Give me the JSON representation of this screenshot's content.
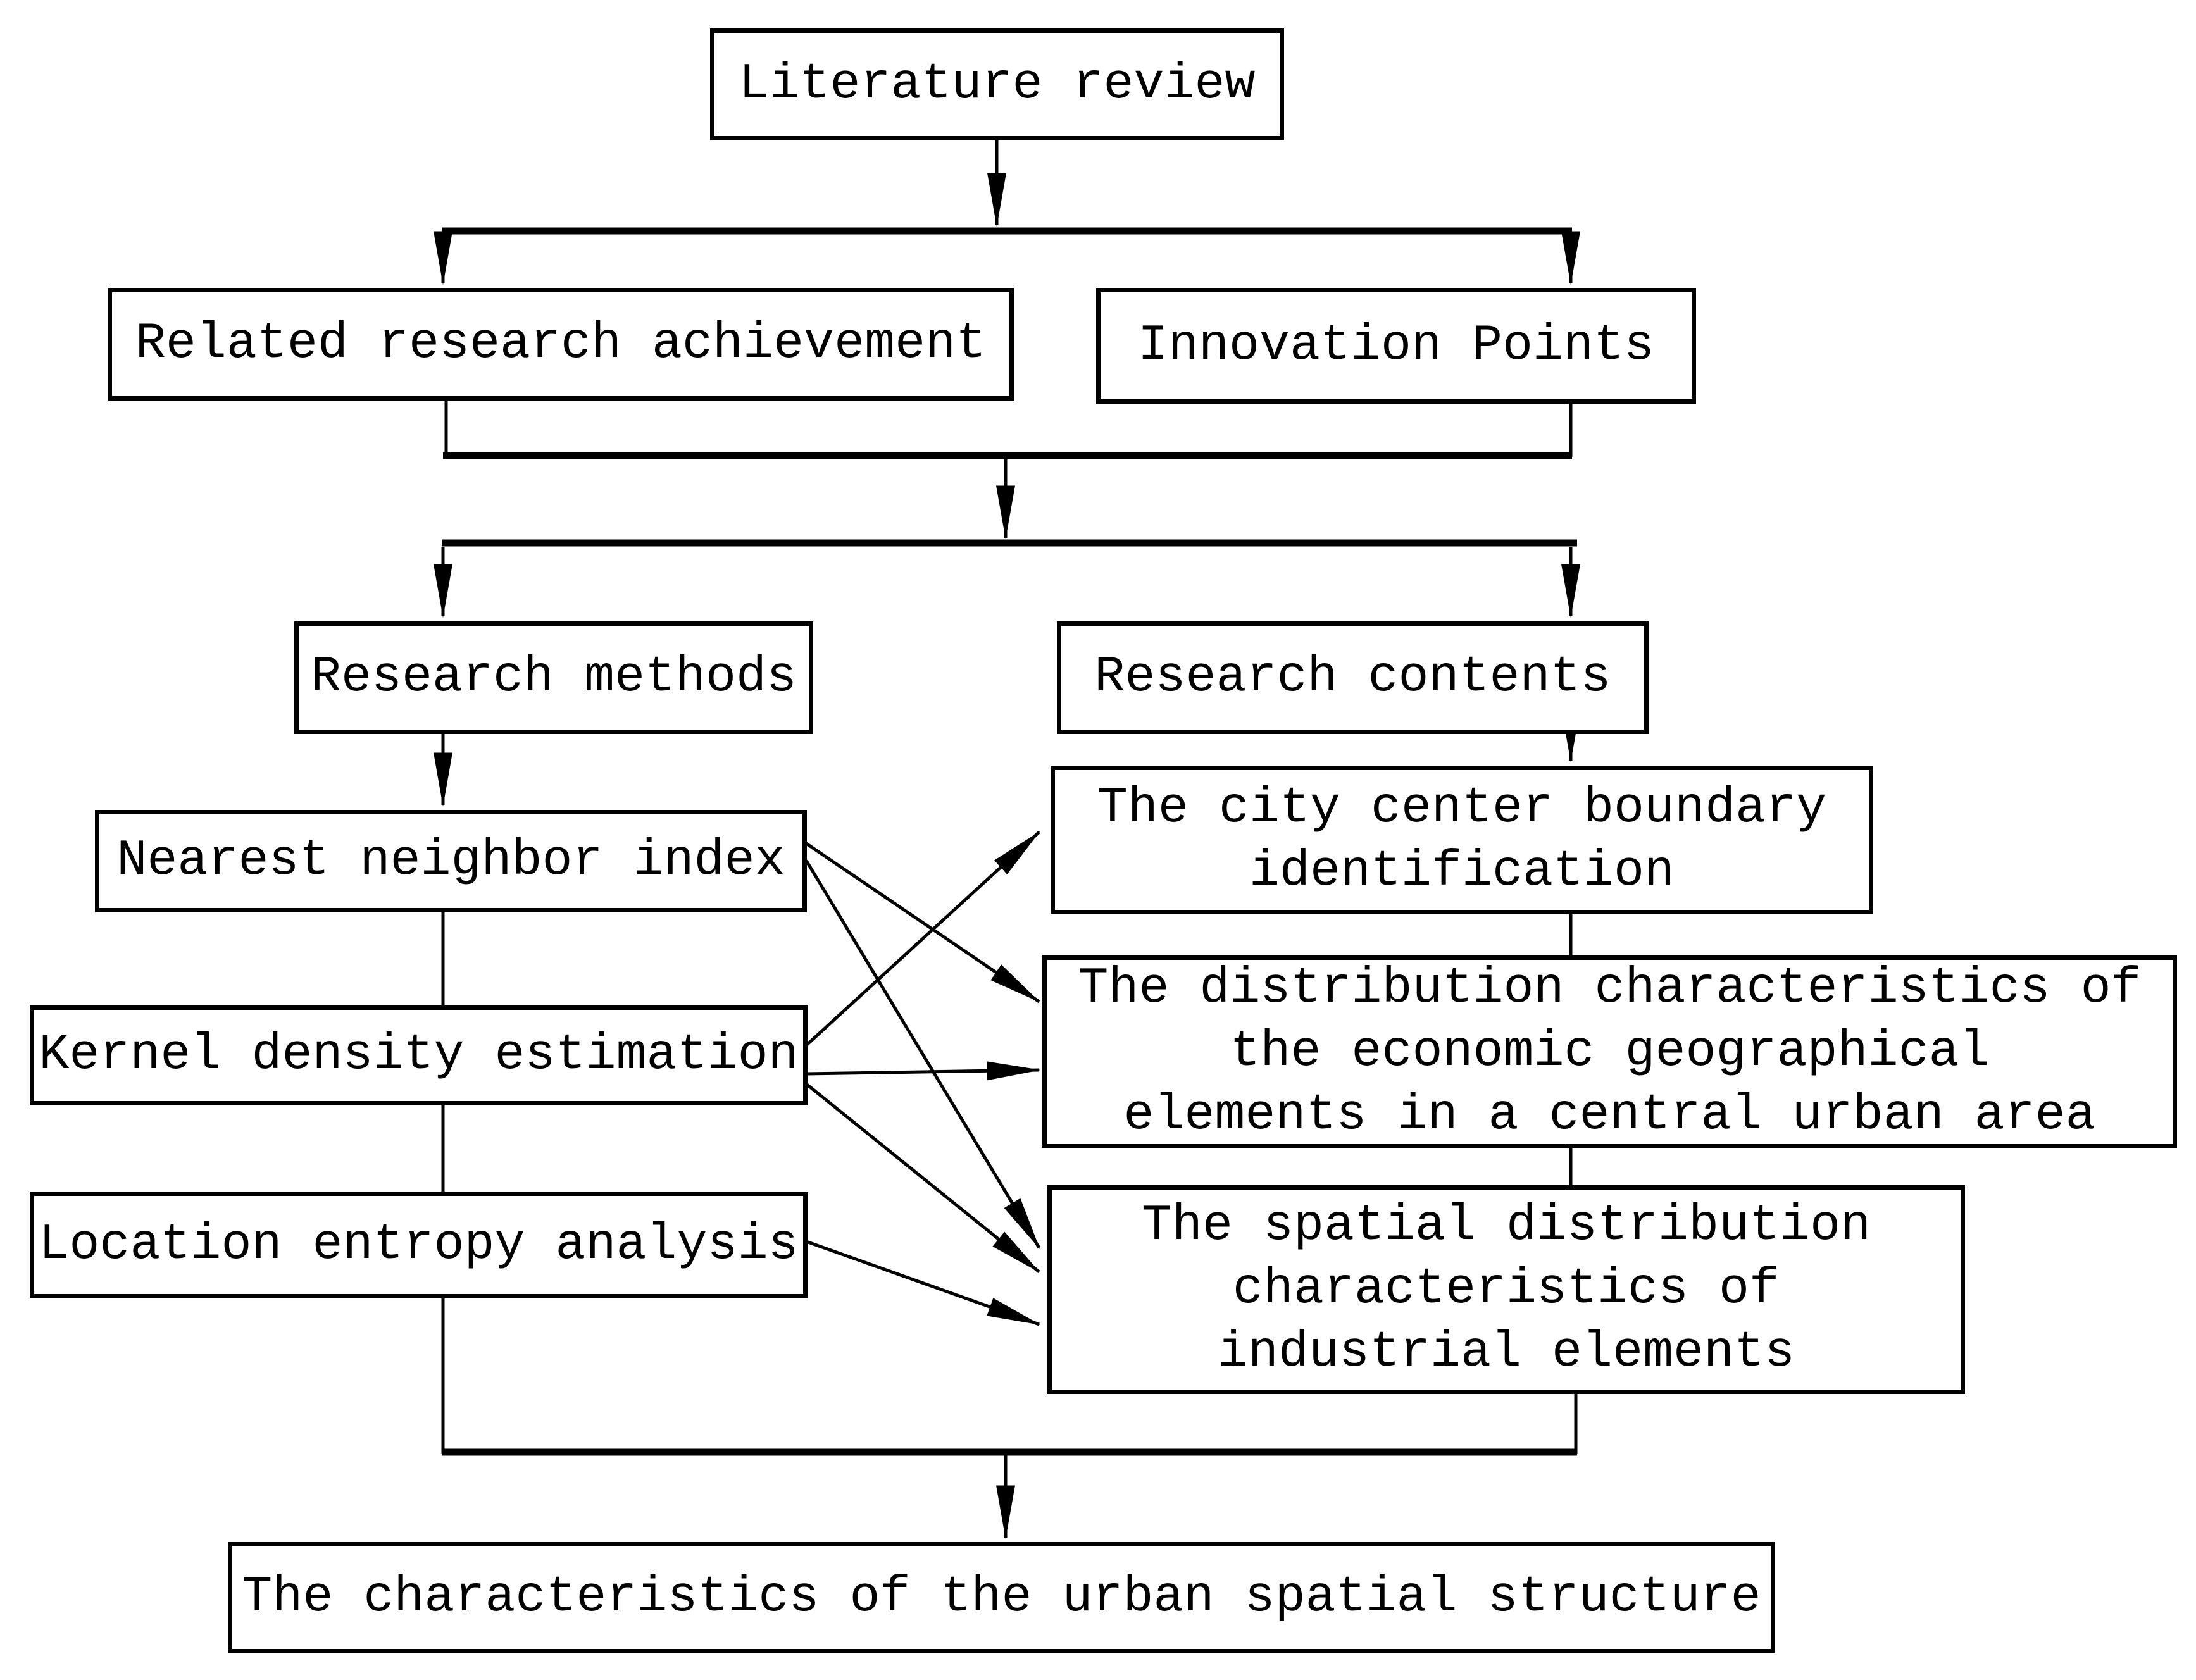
{
  "diagram": {
    "kind": "flowchart",
    "title": "Research framework flowchart",
    "colors": {
      "background": "#ffffff",
      "line": "#000000",
      "text": "#000000"
    },
    "nodes": {
      "literature_review": {
        "label": "Literature review"
      },
      "related_research": {
        "label": "Related research achievement"
      },
      "innovation_points": {
        "label": "Innovation Points"
      },
      "research_methods": {
        "label": "Research methods"
      },
      "research_contents": {
        "label": "Research contents"
      },
      "nearest_neighbor": {
        "label": "Nearest neighbor index"
      },
      "kernel_density": {
        "label": "Kernel density estimation"
      },
      "location_entropy": {
        "label": "Location entropy analysis"
      },
      "city_center": {
        "label": "The city center boundary\nidentification"
      },
      "distribution": {
        "label": "The distribution characteristics of\nthe economic geographical\nelements in a central urban area"
      },
      "spatial": {
        "label": "The spatial distribution\ncharacteristics of\nindustrial elements"
      },
      "urban_structure": {
        "label": "The characteristics of the urban spatial structure"
      }
    },
    "edges": [
      {
        "from": "literature_review",
        "to": "related_research"
      },
      {
        "from": "literature_review",
        "to": "innovation_points"
      },
      {
        "from": "related_research",
        "to": "research_methods"
      },
      {
        "from": "related_research",
        "to": "research_contents"
      },
      {
        "from": "innovation_points",
        "to": "research_methods"
      },
      {
        "from": "innovation_points",
        "to": "research_contents"
      },
      {
        "from": "research_methods",
        "to": "nearest_neighbor"
      },
      {
        "from": "research_contents",
        "to": "city_center"
      },
      {
        "from": "nearest_neighbor",
        "to": "distribution"
      },
      {
        "from": "nearest_neighbor",
        "to": "spatial"
      },
      {
        "from": "kernel_density",
        "to": "city_center"
      },
      {
        "from": "kernel_density",
        "to": "distribution"
      },
      {
        "from": "kernel_density",
        "to": "spatial"
      },
      {
        "from": "location_entropy",
        "to": "spatial"
      },
      {
        "from": "research_methods",
        "to": "urban_structure"
      },
      {
        "from": "research_contents",
        "to": "urban_structure"
      }
    ]
  }
}
